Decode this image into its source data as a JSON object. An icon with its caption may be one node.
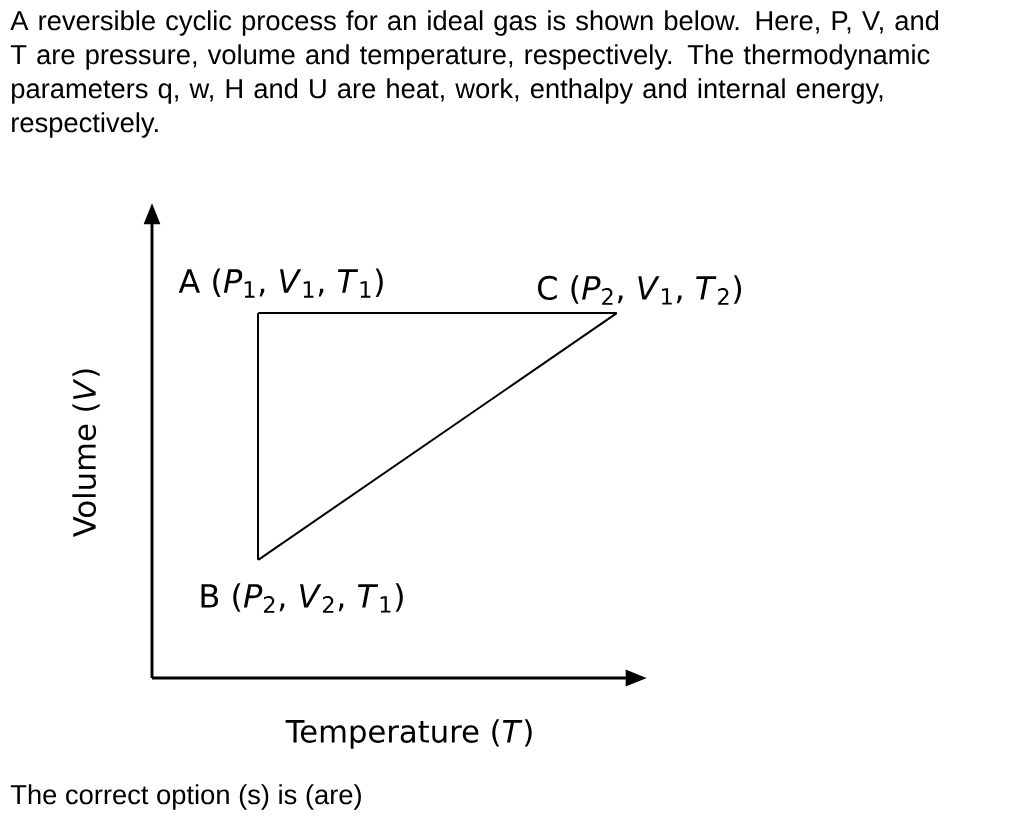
{
  "diagram": {
    "nodes": [
      {
        "text": [
          "A (*P*$_{1}$, *V*$_{1}$, *T*$_{1}$)"
        ]
      },
      {
        "text": [
          "C (*P*$_{2}$, *V*$_{1}$, *T*$_{2}$)"
        ]
      },
      {
        "text": [
          "B (*P*$_{2}$, *V*$_{2}$, *T*$_{1}$)"
        ]
      }
    ],
    "edges": [
      {
        "from": 0,
        "to": 2,
        "arrow": "none"
      },
      {
        "from": 2,
        "to": 1,
        "arrow": "none"
      },
      {
        "from": 1,
        "to": 0,
        "arrow": "none"
      }
    ],
    "labels": [
      "A reversible cyclic process for an ideal gas is shown below. Here, P, V, and T are pressure, volume and temperature, respectively. The thermodynamic parameters q, w, H and U are heat, work, enthalpy and internal energy, respectively.",
      "Volume (*V*)",
      "Temperature (*T*)",
      "The correct option (s) is (are)"
    ]
  }
}
